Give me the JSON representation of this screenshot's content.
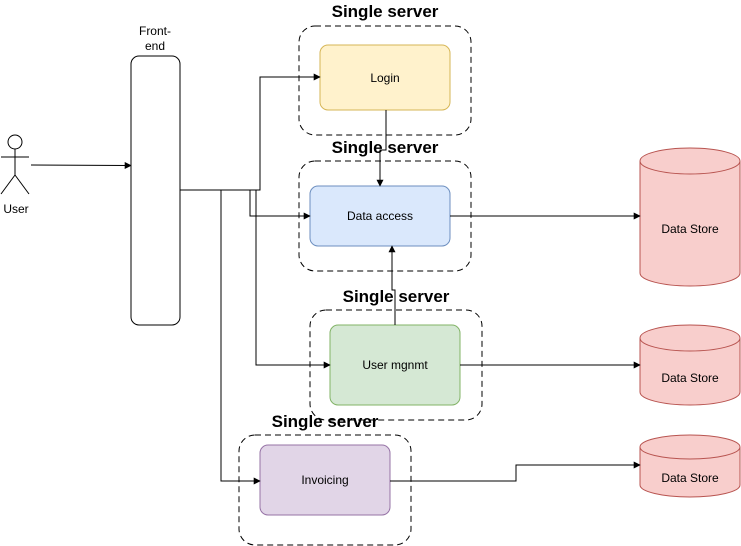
{
  "user": {
    "label": "User"
  },
  "frontend": {
    "label_line1": "Front-",
    "label_line2": "end"
  },
  "servers": [
    {
      "title": "Single server",
      "service": "Login",
      "fill": "#fff2cc",
      "stroke": "#d6b656"
    },
    {
      "title": "Single server",
      "service": "Data access",
      "fill": "#dae8fc",
      "stroke": "#6c8ebf"
    },
    {
      "title": "Single server",
      "service": "User mgnmt",
      "fill": "#d5e8d4",
      "stroke": "#82b366"
    },
    {
      "title": "Single server",
      "service": "Invoicing",
      "fill": "#e1d5e7",
      "stroke": "#9673a6"
    }
  ],
  "datastores": [
    {
      "label": "Data Store",
      "fill": "#f8cecc",
      "stroke": "#b85450"
    },
    {
      "label": "Data Store",
      "fill": "#f8cecc",
      "stroke": "#b85450"
    },
    {
      "label": "Data Store",
      "fill": "#f8cecc",
      "stroke": "#b85450"
    }
  ]
}
